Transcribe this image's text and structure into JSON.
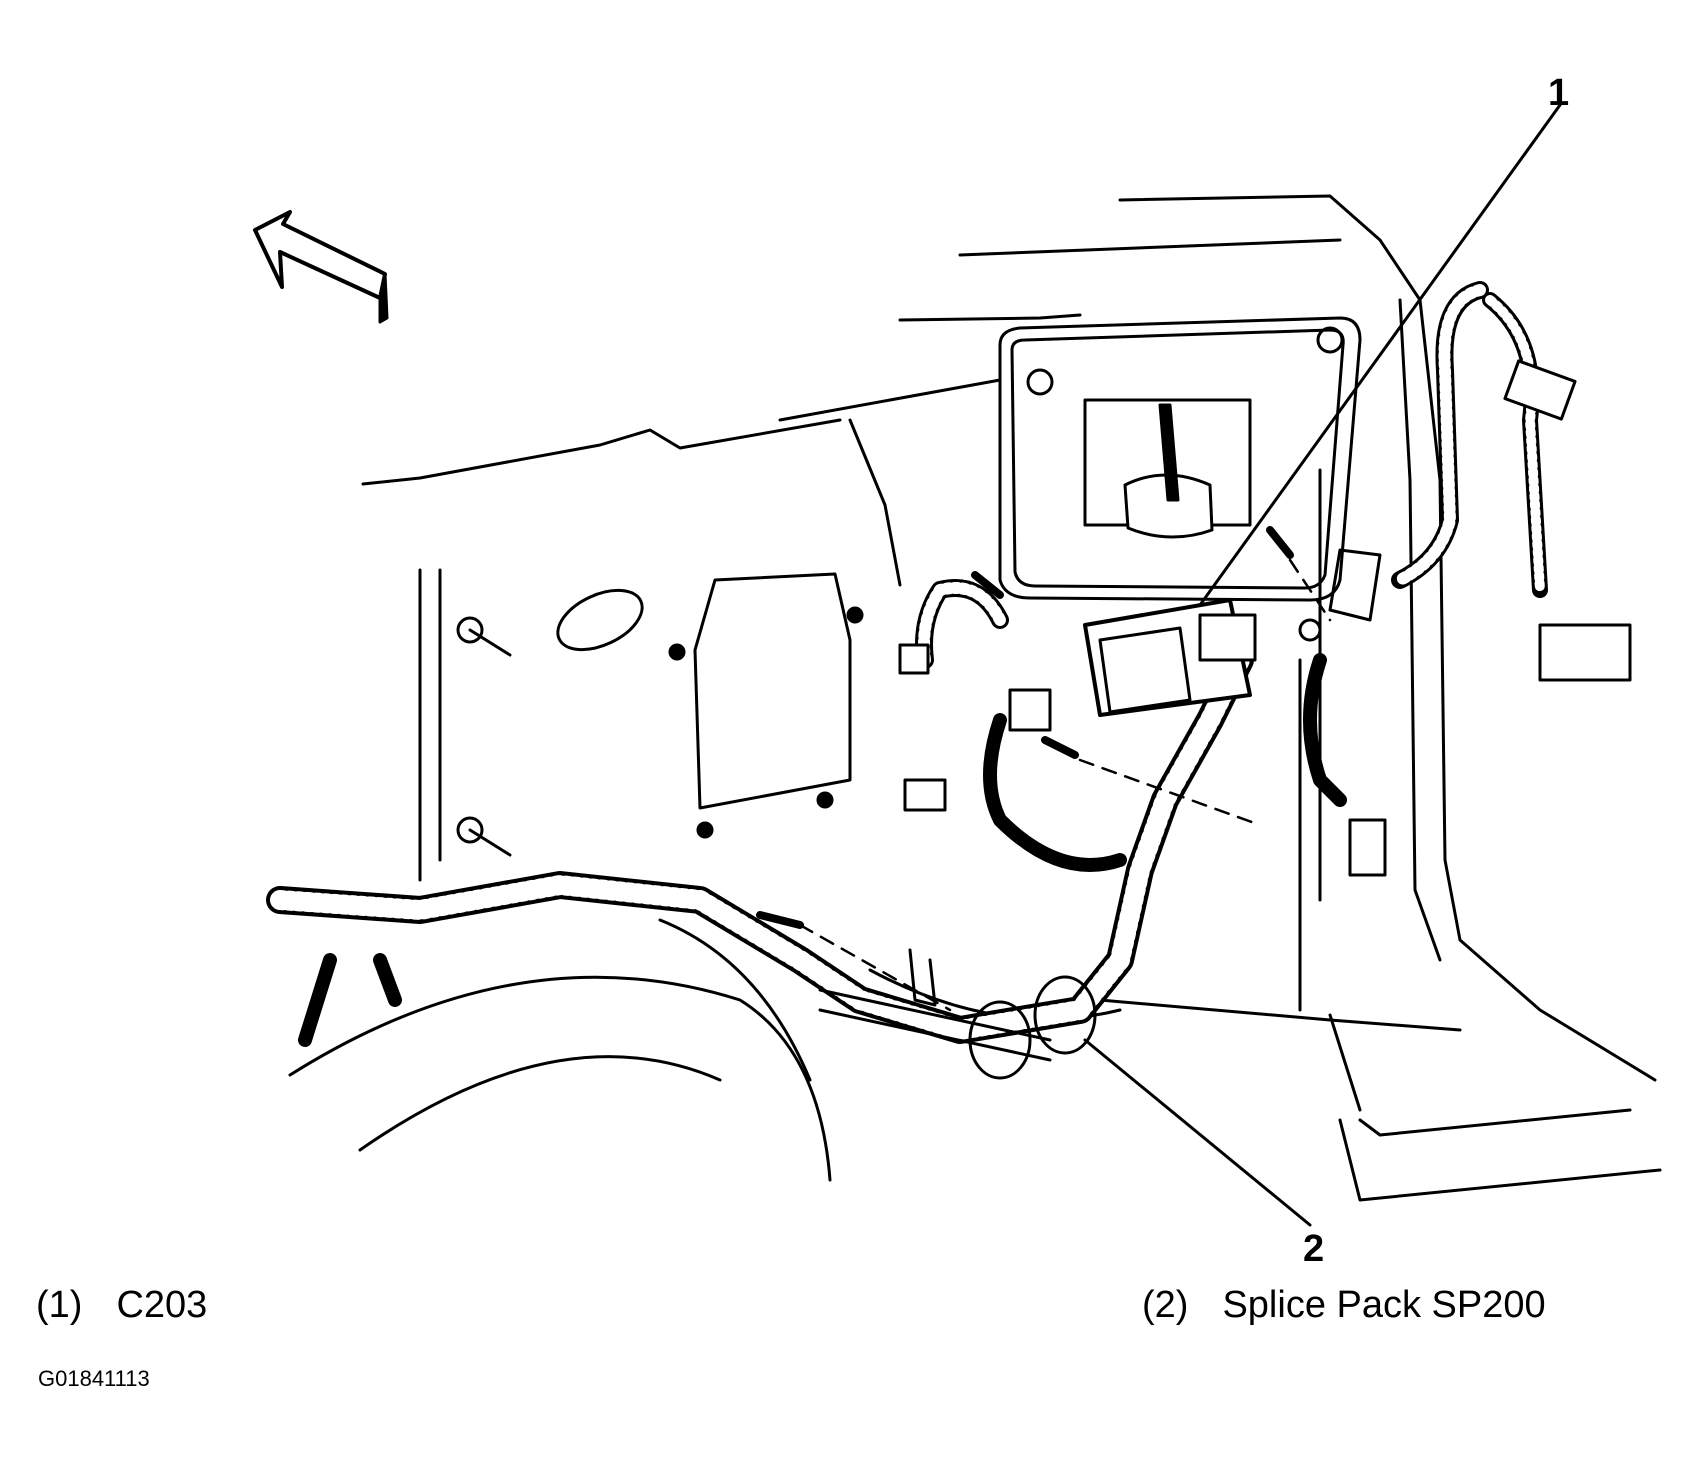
{
  "callouts": [
    {
      "number": "1",
      "label": "C203"
    },
    {
      "number": "2",
      "label": "Splice Pack SP200"
    }
  ],
  "legend": [
    {
      "num": "(1)",
      "text": "C203"
    },
    {
      "num": "(2)",
      "text": "Splice Pack SP200"
    }
  ],
  "figure_id": "G01841113",
  "direction_icon": "front-arrow-icon"
}
